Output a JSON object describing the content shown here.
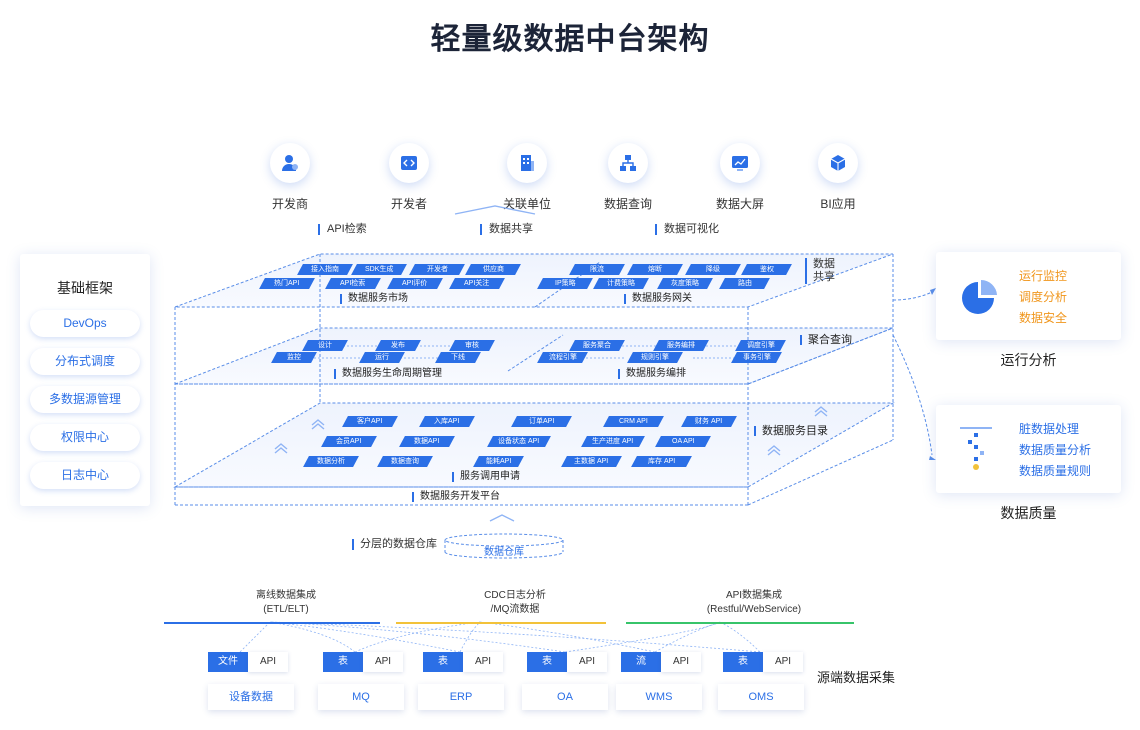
{
  "title": "轻量级数据中台架构",
  "users": [
    {
      "label": "开发商",
      "icon": "developer-company-icon"
    },
    {
      "label": "开发者",
      "icon": "code-icon"
    },
    {
      "label": "关联单位",
      "icon": "building-icon"
    },
    {
      "label": "数据查询",
      "icon": "hierarchy-icon"
    },
    {
      "label": "数据大屏",
      "icon": "monitor-chart-icon"
    },
    {
      "label": "BI应用",
      "icon": "cube-icon"
    }
  ],
  "top_tags": [
    "API检索",
    "数据共享",
    "数据可视化"
  ],
  "left_panel": {
    "title": "基础框架",
    "items": [
      "DevOps",
      "分布式调度",
      "多数据源管理",
      "权限中心",
      "日志中心"
    ]
  },
  "layers": {
    "share_label": "数据共享",
    "market": {
      "label": "数据服务市场",
      "row1": [
        "接入指南",
        "SDK生成",
        "开发者",
        "供应商"
      ],
      "row2": [
        "热门API",
        "API检索",
        "API评价",
        "API关注"
      ]
    },
    "gateway": {
      "label": "数据服务网关",
      "row1": [
        "限流",
        "熔断",
        "降级",
        "鉴权"
      ],
      "row2": [
        "IP策略",
        "计费策略",
        "灰度策略",
        "路由"
      ]
    },
    "agg_label": "聚合查询",
    "lifecycle": {
      "label": "数据服务生命周期管理",
      "row1": [
        "设计",
        "发布",
        "审核"
      ],
      "row2": [
        "监控",
        "运行",
        "下线"
      ]
    },
    "orchestration": {
      "label": "数据服务编排",
      "row1": [
        "服务聚合",
        "服务编排",
        "调度引擎"
      ],
      "row2": [
        "流程引擎",
        "规则引擎",
        "事务引擎"
      ]
    },
    "catalog_label": "数据服务目录",
    "platform": {
      "label": "数据服务开发平台",
      "row1": [
        "客户API",
        "入库API",
        "订单API",
        "CRM API",
        "财务 API"
      ],
      "row2": [
        "会员API",
        "数据API",
        "设备状态 API",
        "生产进度 API",
        "OA API"
      ],
      "row3": [
        "数据分析",
        "数据查询",
        "能耗API",
        "主数据 API",
        "库存 API"
      ],
      "apply": "服务调用申请"
    }
  },
  "warehouse": {
    "caption": "分层的数据仓库",
    "label": "数据仓库"
  },
  "integrations": [
    {
      "line1": "离线数据集成",
      "line2": "(ETL/ELT)",
      "color": "#2b6fe6"
    },
    {
      "line1": "CDC日志分析",
      "line2": "/MQ流数据",
      "color": "#f2c23a"
    },
    {
      "line1": "API数据集成",
      "line2": "(Restful/WebService)",
      "color": "#37c46a"
    }
  ],
  "sources": [
    {
      "tag": "文件",
      "api": "API",
      "name": "设备数据"
    },
    {
      "tag": "表",
      "api": "API",
      "name": "MQ"
    },
    {
      "tag": "表",
      "api": "API",
      "name": "ERP"
    },
    {
      "tag": "表",
      "api": "API",
      "name": "OA"
    },
    {
      "tag": "流",
      "api": "API",
      "name": "WMS"
    },
    {
      "tag": "表",
      "api": "API",
      "name": "OMS"
    }
  ],
  "sources_caption": "源端数据采集",
  "ops_card": {
    "items": [
      "运行监控",
      "调度分析",
      "数据安全"
    ],
    "caption": "运行分析"
  },
  "quality_card": {
    "items": [
      "脏数据处理",
      "数据质量分析",
      "数据质量规则"
    ],
    "caption": "数据质量"
  },
  "colors": {
    "accent": "#2b6fe6",
    "orange": "#f0961c",
    "yellow": "#f2c23a",
    "green": "#37c46a"
  }
}
